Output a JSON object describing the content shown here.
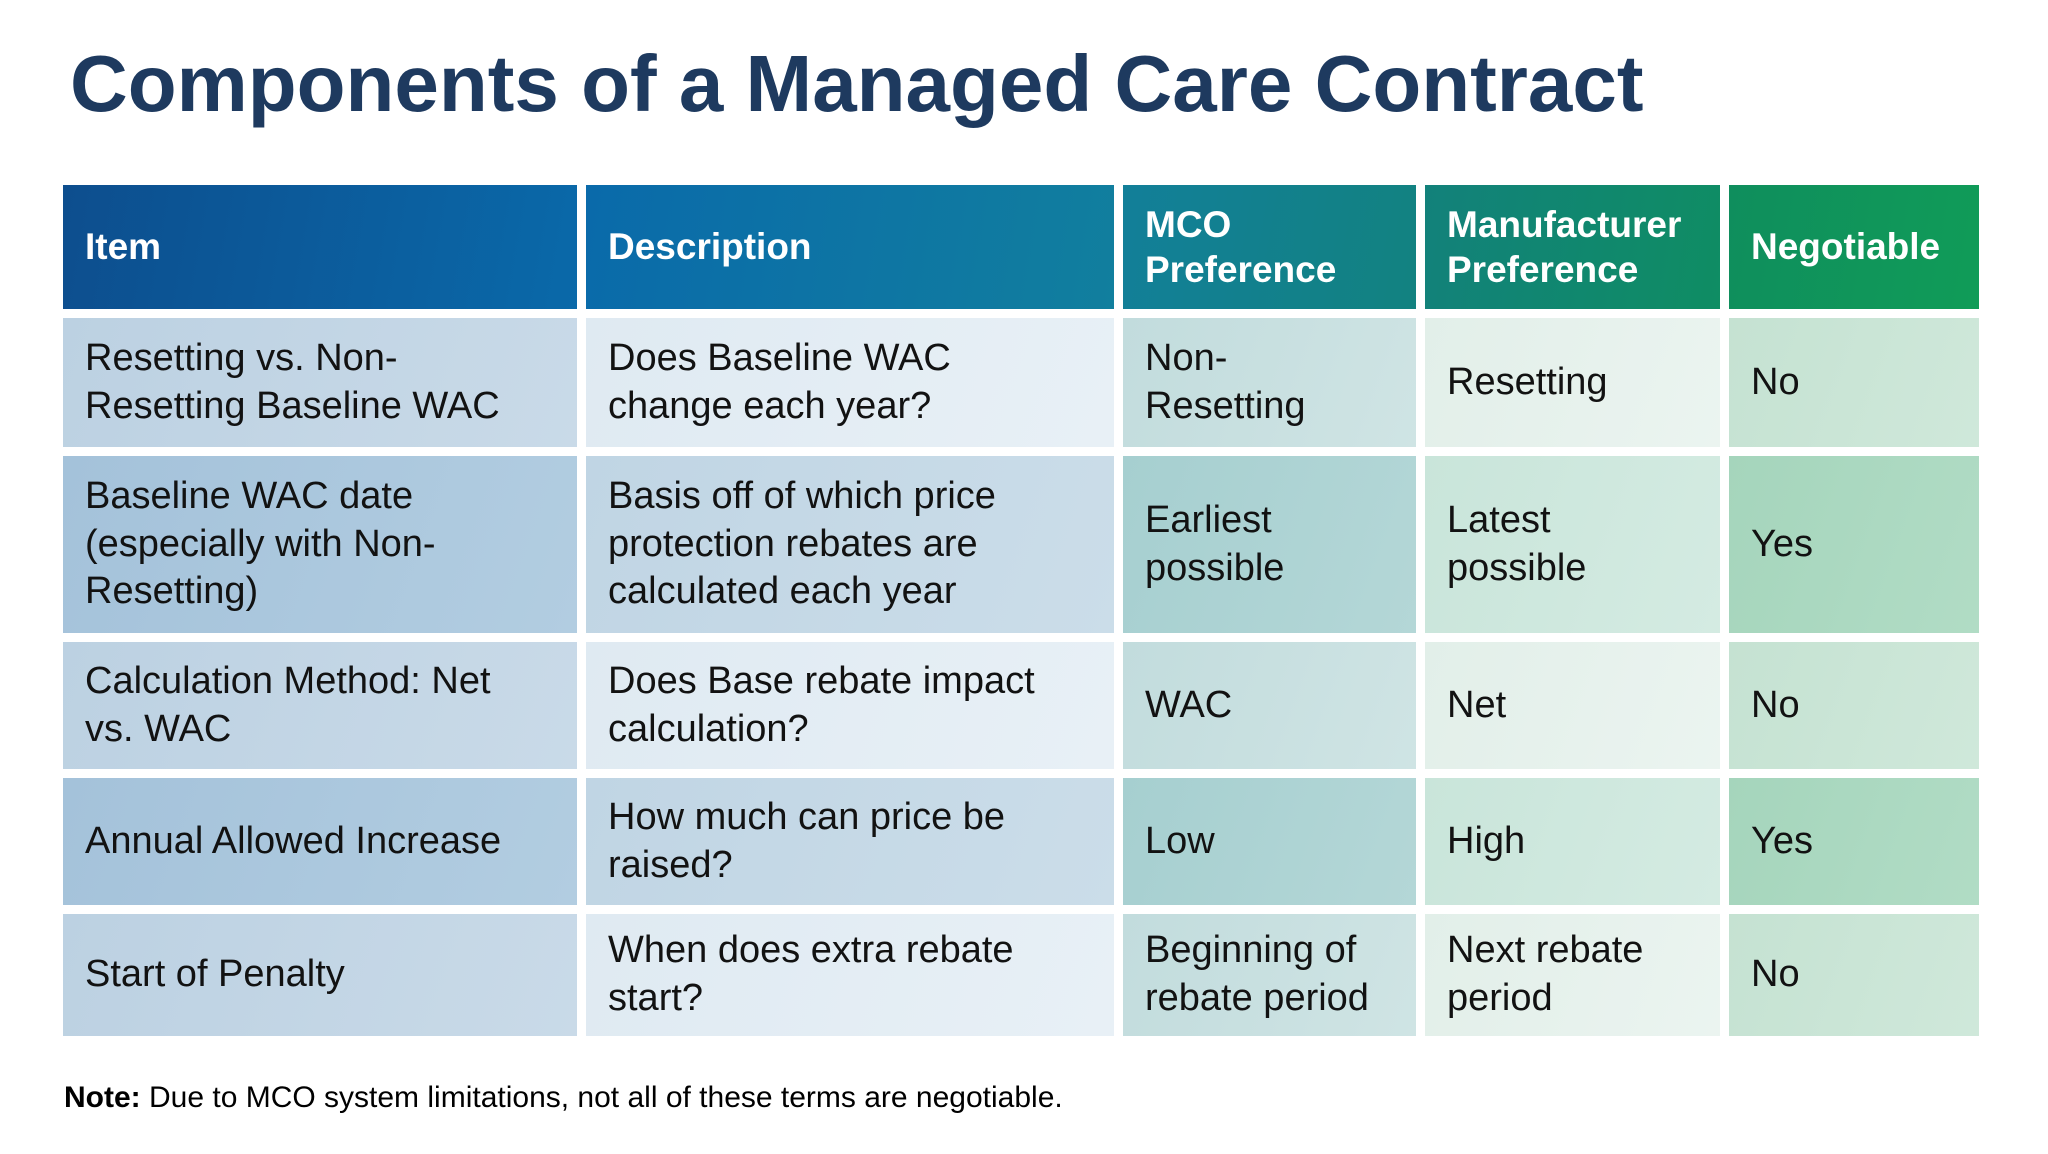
{
  "title": "Components of a Managed Care Contract",
  "table": {
    "columns": [
      {
        "label": "Item"
      },
      {
        "label": "Description"
      },
      {
        "label": "MCO\nPreference"
      },
      {
        "label": "Manufacturer\nPreference"
      },
      {
        "label": "Negotiable"
      }
    ],
    "rows": [
      {
        "cells": [
          "Resetting vs. Non-\nResetting Baseline WAC",
          "Does Baseline WAC\nchange each year?",
          "Non-\nResetting",
          "Resetting",
          "No"
        ]
      },
      {
        "cells": [
          "Baseline WAC date\n(especially with Non-\nResetting)",
          "Basis off of which price\nprotection rebates are\ncalculated each year",
          "Earliest\npossible",
          "Latest\npossible",
          "Yes"
        ]
      },
      {
        "cells": [
          "Calculation Method: Net\nvs. WAC",
          "Does Base rebate impact\ncalculation?",
          "WAC",
          "Net",
          "No"
        ]
      },
      {
        "cells": [
          "Annual Allowed Increase",
          "How much can price be\nraised?",
          "Low",
          "High",
          "Yes"
        ]
      },
      {
        "cells": [
          "Start of Penalty",
          "When does extra rebate\nstart?",
          "Beginning of\nrebate period",
          "Next rebate\nperiod",
          "No"
        ]
      }
    ]
  },
  "note": {
    "label": "Note:",
    "text": " Due to MCO system limitations, not all of these terms are negotiable."
  },
  "colors": {
    "title_navy": "#1e3a5f",
    "header_gradient_left_blue": "#0d4e8e",
    "header_gradient_mid_teal": "#128280",
    "header_gradient_right_green": "#109c58",
    "body_text": "#121212",
    "background": "#ffffff"
  }
}
